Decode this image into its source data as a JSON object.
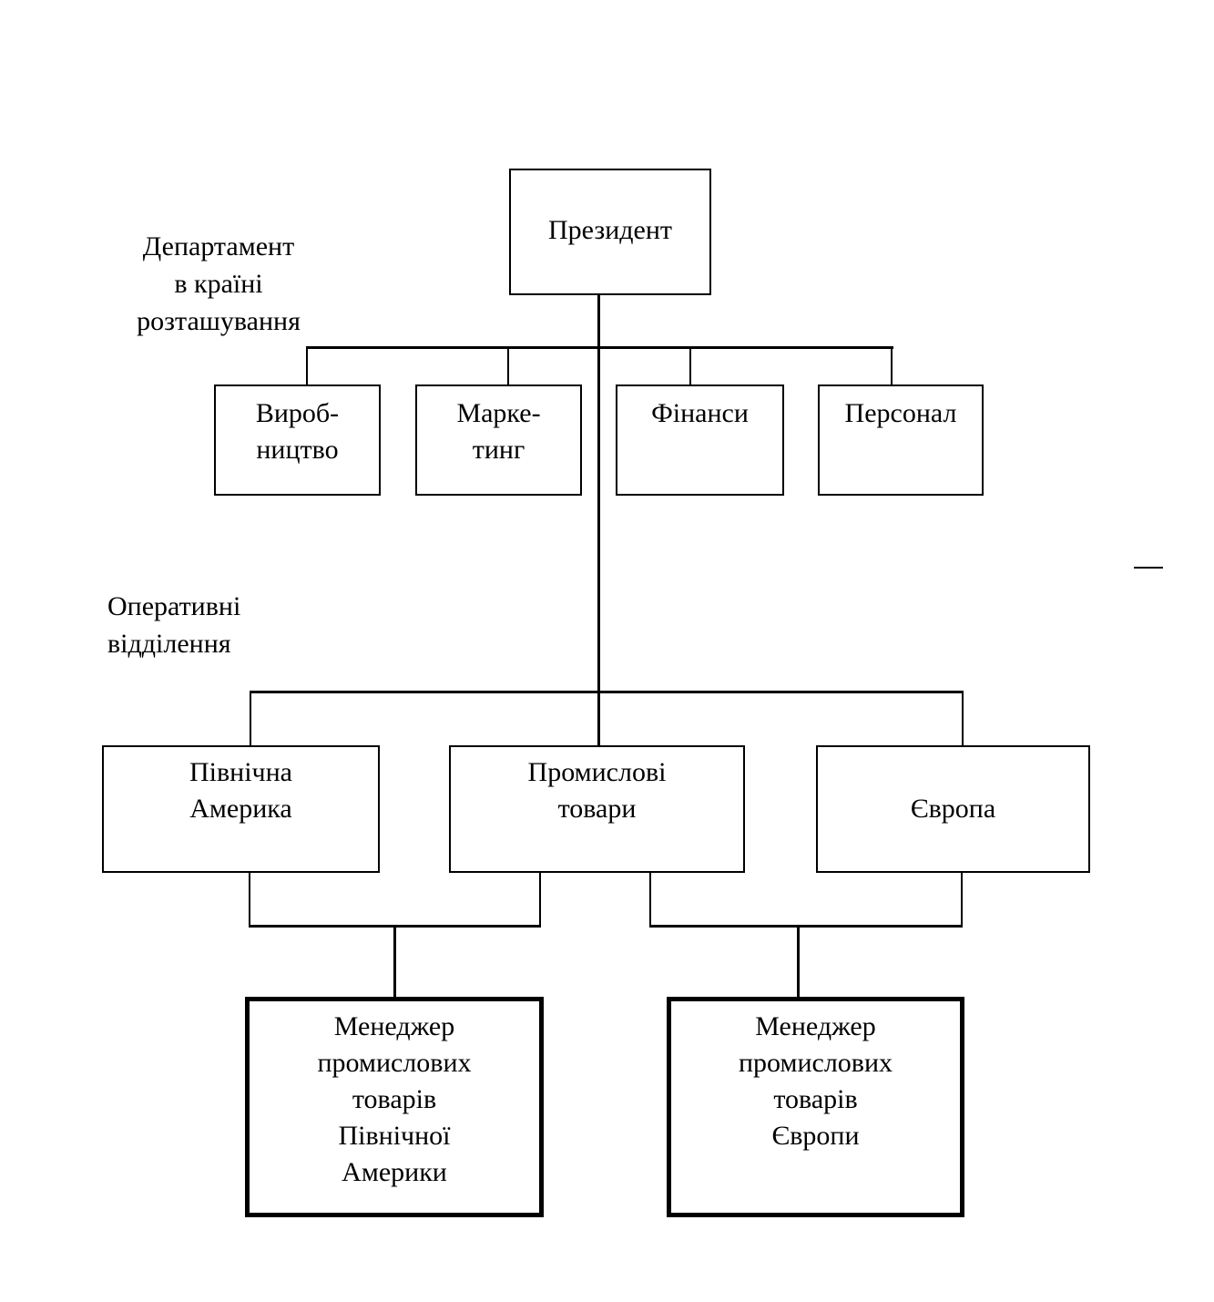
{
  "labels": {
    "country_department": [
      "Департамент",
      "в країні",
      "розташування"
    ],
    "operating_divisions": [
      "Оперативні",
      "відділення"
    ]
  },
  "nodes": {
    "president": [
      "Президент"
    ],
    "production": [
      "Вироб-",
      "ництво"
    ],
    "marketing": [
      "Марке-",
      "тинг"
    ],
    "finance": [
      "Фінанси"
    ],
    "personnel": [
      "Персонал"
    ],
    "north_america": [
      "Північна",
      "Америка"
    ],
    "industrial_goods": [
      "Промислові",
      "товари"
    ],
    "europe": [
      "Європа"
    ],
    "manager_na": [
      "Менеджер",
      "промислових",
      "товарів",
      "Північної",
      "Америки"
    ],
    "manager_eu": [
      "Менеджер",
      "промислових",
      "товарів",
      "Європи"
    ]
  }
}
